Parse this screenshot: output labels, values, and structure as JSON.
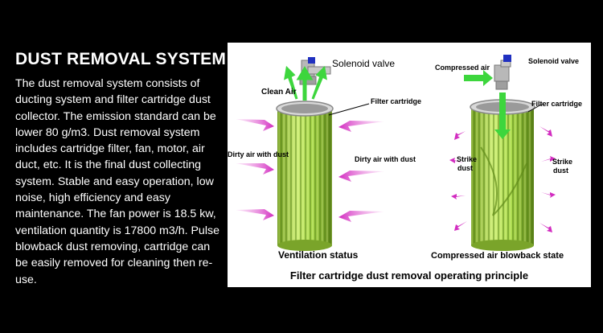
{
  "heading": "DUST REMOVAL SYSTEM",
  "description": "The dust removal system consists of ducting system and filter cartridge dust collector. The emission standard can be lower 80 g/m3. Dust removal system includes cartridge filter, fan, motor, air duct, etc. It is the final dust collecting system. Stable and easy operation, low noise, high efficiency and easy maintenance. The fan power is 18.5 kw, ventilation quantity is 17800 m3/h. Pulse blowback dust removing, cartridge can be easily removed for cleaning then re-use.",
  "diagram": {
    "left": {
      "solenoid_valve": "Solenoid valve",
      "clean_air": "Clean Air",
      "filter_cartridge": "Filter cartridge",
      "dirty_air_left": "Dirty air with dust",
      "dirty_air_right": "Dirty air with dust",
      "caption": "Ventilation status"
    },
    "right": {
      "compressed_air": "Compressed air",
      "solenoid_valve": "Solenoid valve",
      "filter_cartridge": "Filter cartridge",
      "strike_dust_left_1": "Strike",
      "strike_dust_left_2": "dust",
      "strike_dust_right_1": "Strike",
      "strike_dust_right_2": "dust",
      "caption": "Compressed air blowback state"
    },
    "footer": "Filter cartridge dust removal operating principle"
  },
  "colors": {
    "background": "#000000",
    "cartridge_green": "#a6d94a",
    "arrow_magenta": "#e040c8",
    "arrow_green": "#3dd63d",
    "valve_blue": "#2030c0"
  }
}
